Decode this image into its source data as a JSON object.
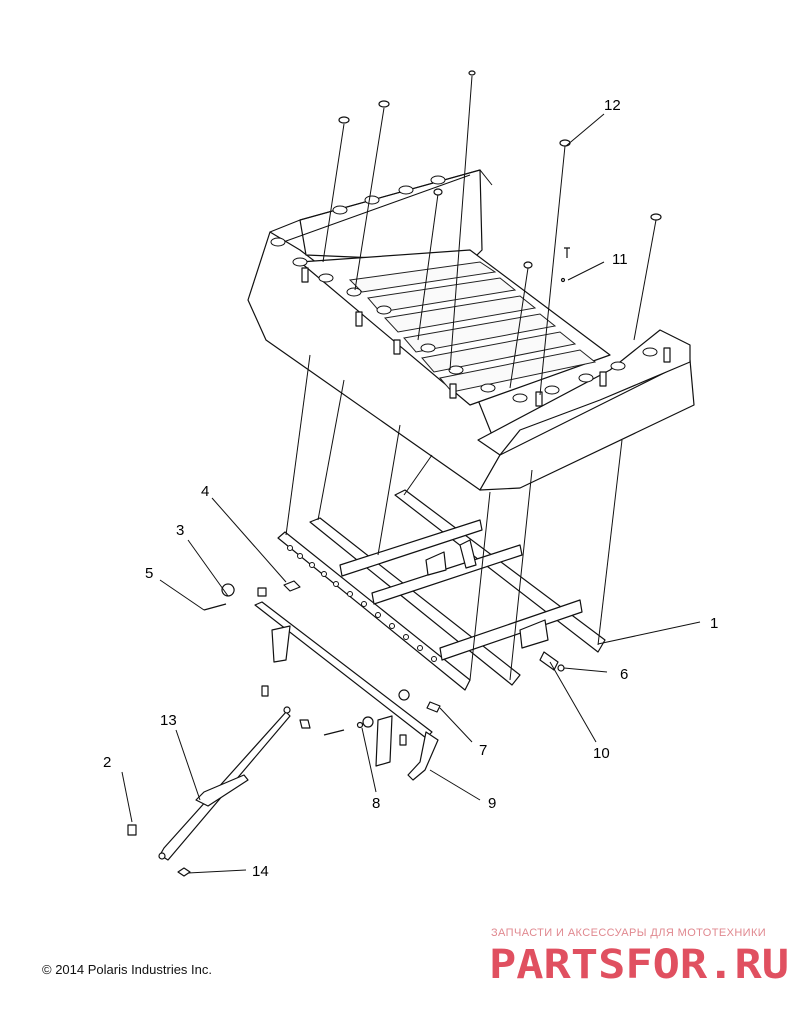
{
  "callouts": [
    {
      "label": "1"
    },
    {
      "label": "2"
    },
    {
      "label": "3"
    },
    {
      "label": "4"
    },
    {
      "label": "5"
    },
    {
      "label": "6"
    },
    {
      "label": "7"
    },
    {
      "label": "8"
    },
    {
      "label": "9"
    },
    {
      "label": "10"
    },
    {
      "label": "11"
    },
    {
      "label": "12"
    },
    {
      "label": "13"
    },
    {
      "label": "14"
    }
  ],
  "footer": {
    "copyright": "© 2014 Polaris Industries Inc."
  },
  "watermark": {
    "subtitle": "ЗАПЧАСТИ И АКСЕССУАРЫ ДЛЯ МОТОТЕХНИКИ",
    "logo_text": "PARTSFOR.RU",
    "color": "#e05060"
  },
  "colors": {
    "line": "#111111",
    "background": "#ffffff"
  }
}
